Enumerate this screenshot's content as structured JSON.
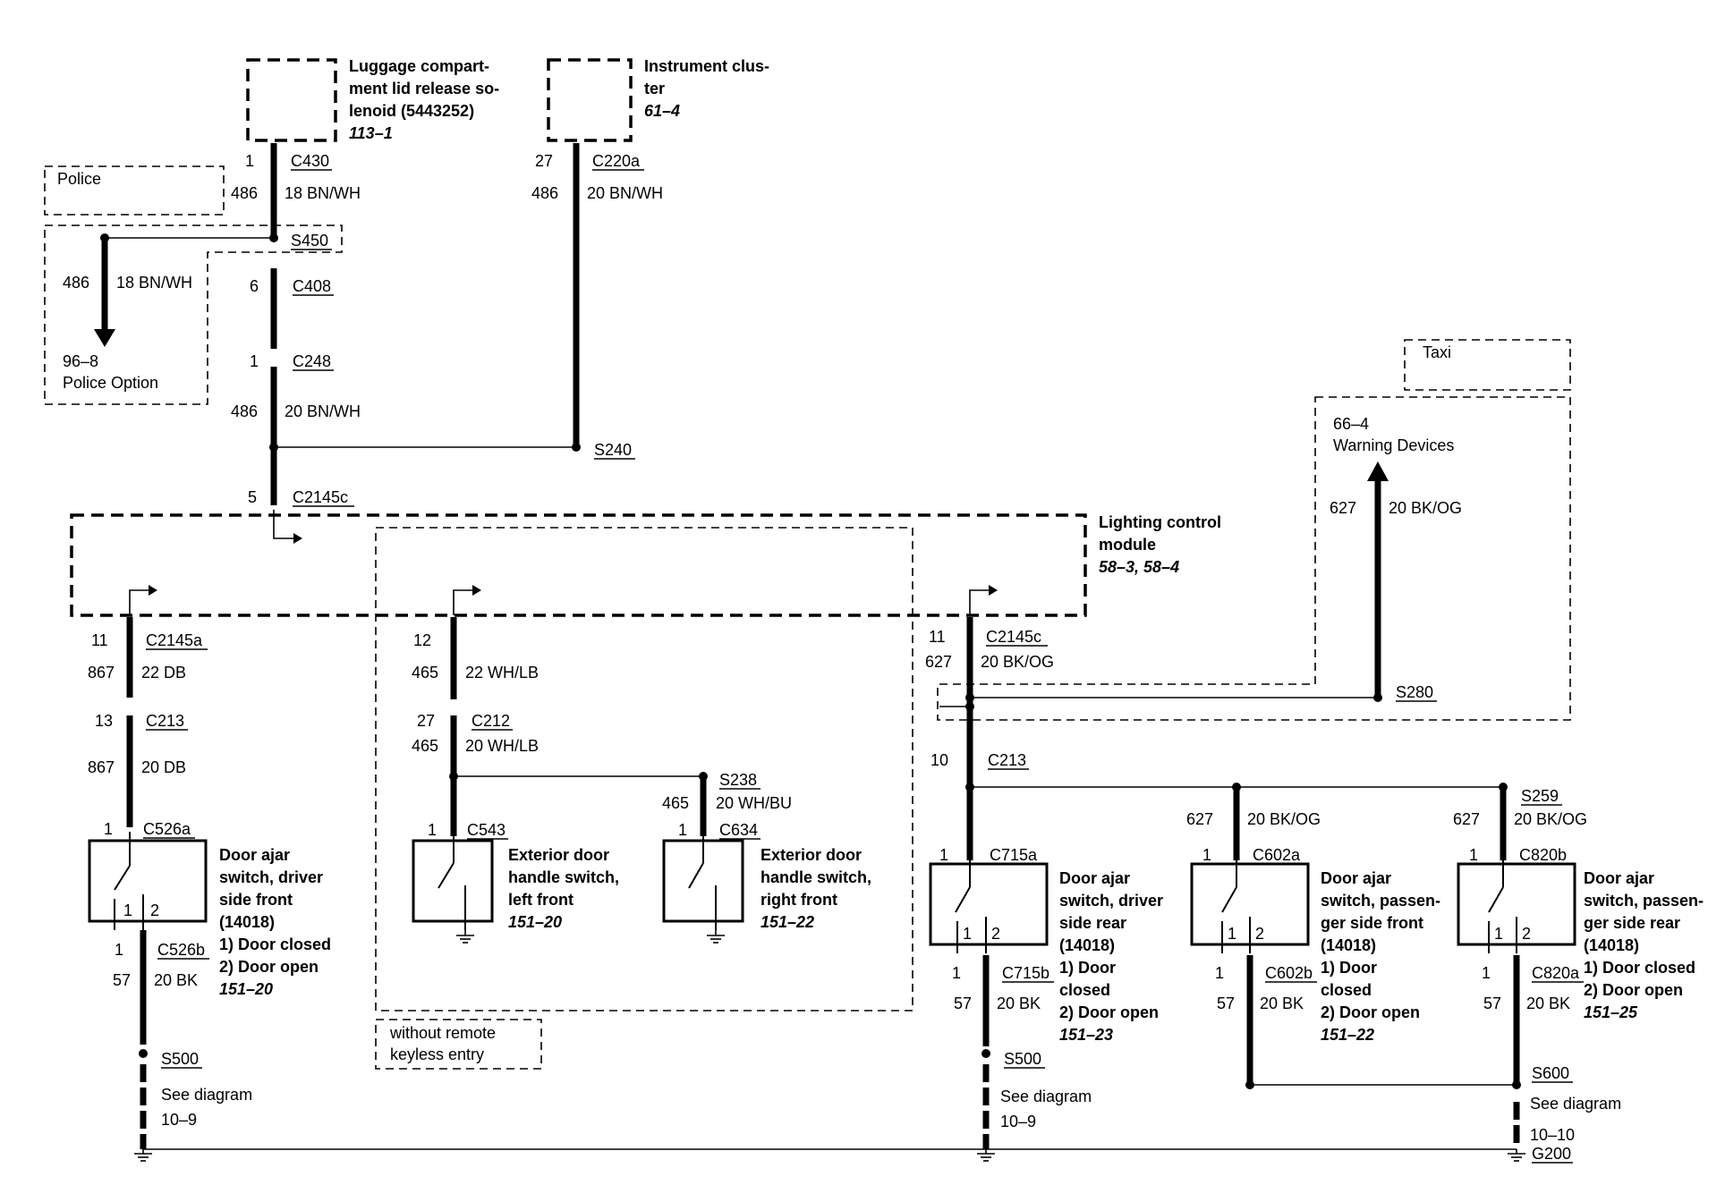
{
  "components": {
    "luggage": {
      "lines": [
        "Luggage compart-",
        "ment lid release so-",
        "lenoid (5443252)"
      ],
      "ref": "113–1"
    },
    "cluster": {
      "lines": [
        "Instrument clus-",
        "ter"
      ],
      "ref": "61–4"
    },
    "lcm": {
      "lines": [
        "Lighting control",
        "module"
      ],
      "ref": "58–3, 58–4"
    },
    "dajar_df": {
      "lines": [
        "Door ajar",
        "switch, driver",
        "side front",
        "(14018)"
      ],
      "notes": [
        "1)   Door closed",
        "2)   Door open"
      ],
      "ref": "151–20"
    },
    "ext_lf": {
      "lines": [
        "Exterior door",
        "handle switch,",
        "left front"
      ],
      "ref": "151–20"
    },
    "ext_rf": {
      "lines": [
        "Exterior door",
        "handle switch,",
        "right front"
      ],
      "ref": "151–22"
    },
    "dajar_dr": {
      "lines": [
        "Door ajar",
        "switch, driver",
        "side rear",
        "(14018)"
      ],
      "notes": [
        "1)   Door",
        "      closed",
        "2)   Door open"
      ],
      "ref": "151–23"
    },
    "dajar_pf": {
      "lines": [
        "Door ajar",
        "switch, passen-",
        "ger side front",
        "(14018)"
      ],
      "notes": [
        "1)   Door",
        "      closed",
        "2)   Door open"
      ],
      "ref": "151–22"
    },
    "dajar_pr": {
      "lines": [
        "Door ajar",
        "switch, passen-",
        "ger side rear",
        "(14018)"
      ],
      "notes": [
        "1)   Door closed",
        "2)   Door open"
      ],
      "ref": "151–25"
    }
  },
  "options": {
    "police": "Police",
    "police_option": [
      "96–8",
      "Police Option"
    ],
    "taxi": "Taxi",
    "warning": [
      "66–4",
      "Warning Devices"
    ],
    "keyless": [
      "without remote",
      "keyless entry"
    ],
    "see_diagram_1": [
      "See diagram",
      "10–9"
    ],
    "see_diagram_2": [
      "See diagram",
      "10–9"
    ],
    "see_diagram_3": [
      "See diagram",
      "10–10"
    ]
  },
  "connectors": {
    "C430": "C430",
    "C220a": "C220a",
    "S450": "S450",
    "C408": "C408",
    "C248": "C248",
    "S240": "S240",
    "C2145c_top": "C2145c",
    "C2145a": "C2145a",
    "C213_left": "C213",
    "C526a": "C526a",
    "C526b": "C526b",
    "S500_left": "S500",
    "C212": "C212",
    "S238": "S238",
    "C543": "C543",
    "C634": "C634",
    "C2145c_right": "C2145c",
    "S280": "S280",
    "C213_right": "C213",
    "S259": "S259",
    "C715a": "C715a",
    "C715b": "C715b",
    "S500_right": "S500",
    "C602a": "C602a",
    "C602b": "C602b",
    "C820a": "C820b",
    "C820b": "C820a",
    "S600": "S600",
    "G200": "G200"
  },
  "pins": {
    "p_c430": "1",
    "p_c220a": "27",
    "p_c408": "6",
    "p_c248": "1",
    "p_c2145c_top": "5",
    "p_c2145a": "11",
    "p_c213_left": "13",
    "p_c526a": "1",
    "p_c526b": "1",
    "p_lf_12": "12",
    "p_c212": "27",
    "p_c543": "1",
    "p_c634": "1",
    "p_c2145c_right": "11",
    "p_c213_right": "10",
    "p_c715a": "1",
    "p_c715b": "1",
    "p_c602a": "1",
    "p_c602b": "1",
    "p_c820b": "1",
    "p_c820a": "1",
    "sw_1": "1",
    "sw_2": "2"
  },
  "circuits": {
    "c430": {
      "num": "486",
      "wire": "18 BN/WH"
    },
    "c220a": {
      "num": "486",
      "wire": "20 BN/WH"
    },
    "police": {
      "num": "486",
      "wire": "18 BN/WH"
    },
    "c248": {
      "num": "486",
      "wire": "20 BN/WH"
    },
    "lf1": {
      "num": "867",
      "wire": "22 DB"
    },
    "lf2": {
      "num": "867",
      "wire": "20 DB"
    },
    "lf3": {
      "num": "57",
      "wire": "20 BK"
    },
    "ext1": {
      "num": "465",
      "wire": "22 WH/LB"
    },
    "ext2": {
      "num": "465",
      "wire": "20 WH/LB"
    },
    "ext3": {
      "num": "465",
      "wire": "20 WH/BU"
    },
    "r1": {
      "num": "627",
      "wire": "20 BK/OG"
    },
    "taxi": {
      "num": "627",
      "wire": "20 BK/OG"
    },
    "pf": {
      "num": "627",
      "wire": "20 BK/OG"
    },
    "pr": {
      "num": "627",
      "wire": "20 BK/OG"
    },
    "dr_gnd": {
      "num": "57",
      "wire": "20 BK"
    },
    "pf_gnd": {
      "num": "57",
      "wire": "20 BK"
    },
    "pr_gnd": {
      "num": "57",
      "wire": "20 BK"
    }
  }
}
